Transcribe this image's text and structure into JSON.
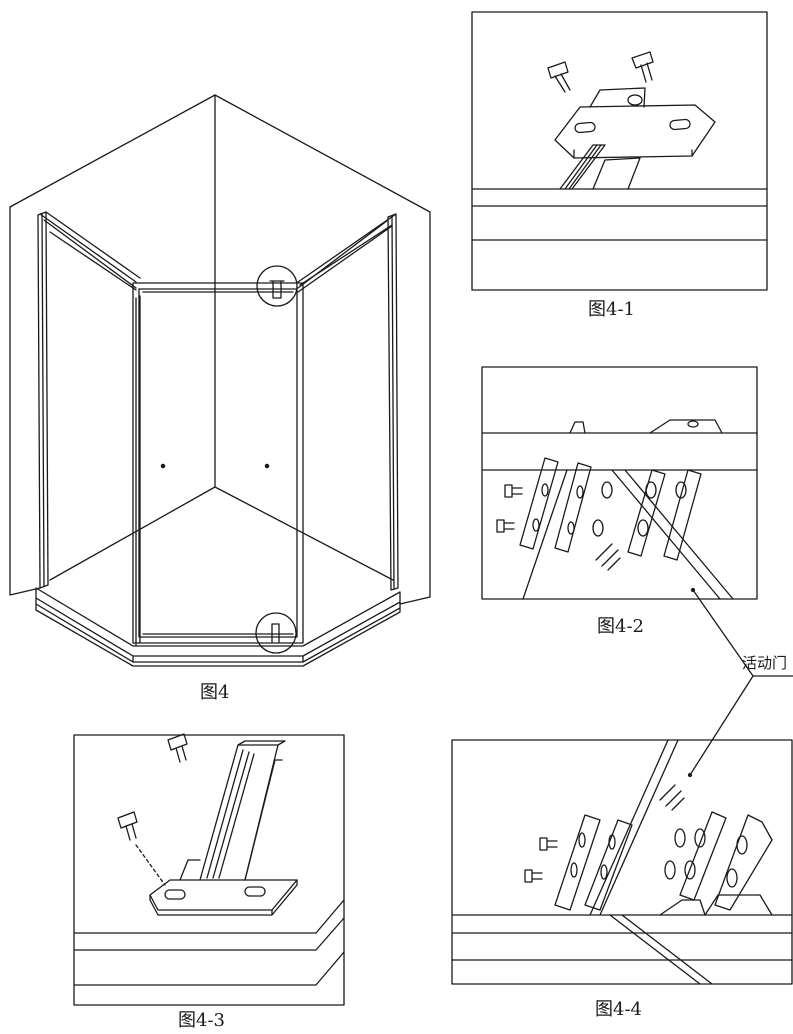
{
  "figures": {
    "main": {
      "caption": "图4"
    },
    "fig_4_1": {
      "caption": "图4-1"
    },
    "fig_4_2": {
      "caption": "图4-2"
    },
    "fig_4_3": {
      "caption": "图4-3"
    },
    "fig_4_4": {
      "caption": "图4-4"
    }
  },
  "callout": {
    "label": "活动门"
  },
  "colors": {
    "line": "#1a1a1a",
    "background": "#ffffff"
  }
}
